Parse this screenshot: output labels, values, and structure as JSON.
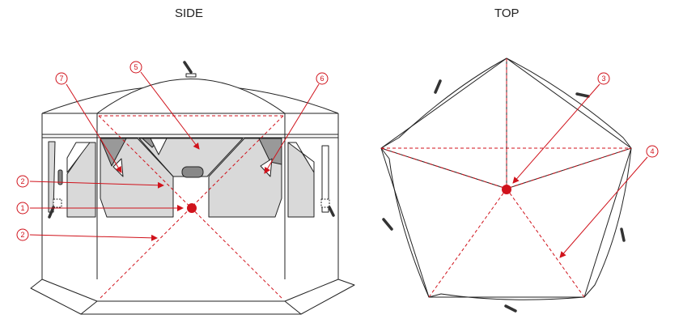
{
  "views": {
    "side": {
      "title": "SIDE"
    },
    "top": {
      "title": "TOP"
    }
  },
  "callouts": {
    "c1": "1",
    "c2a": "2",
    "c2b": "2",
    "c3": "3",
    "c4": "4",
    "c5": "5",
    "c6": "6",
    "c7": "7"
  },
  "colors": {
    "callout_red": "#d0121b",
    "outline": "#222222",
    "window_fill": "#d9d9d9",
    "flap_fill": "#999999"
  }
}
